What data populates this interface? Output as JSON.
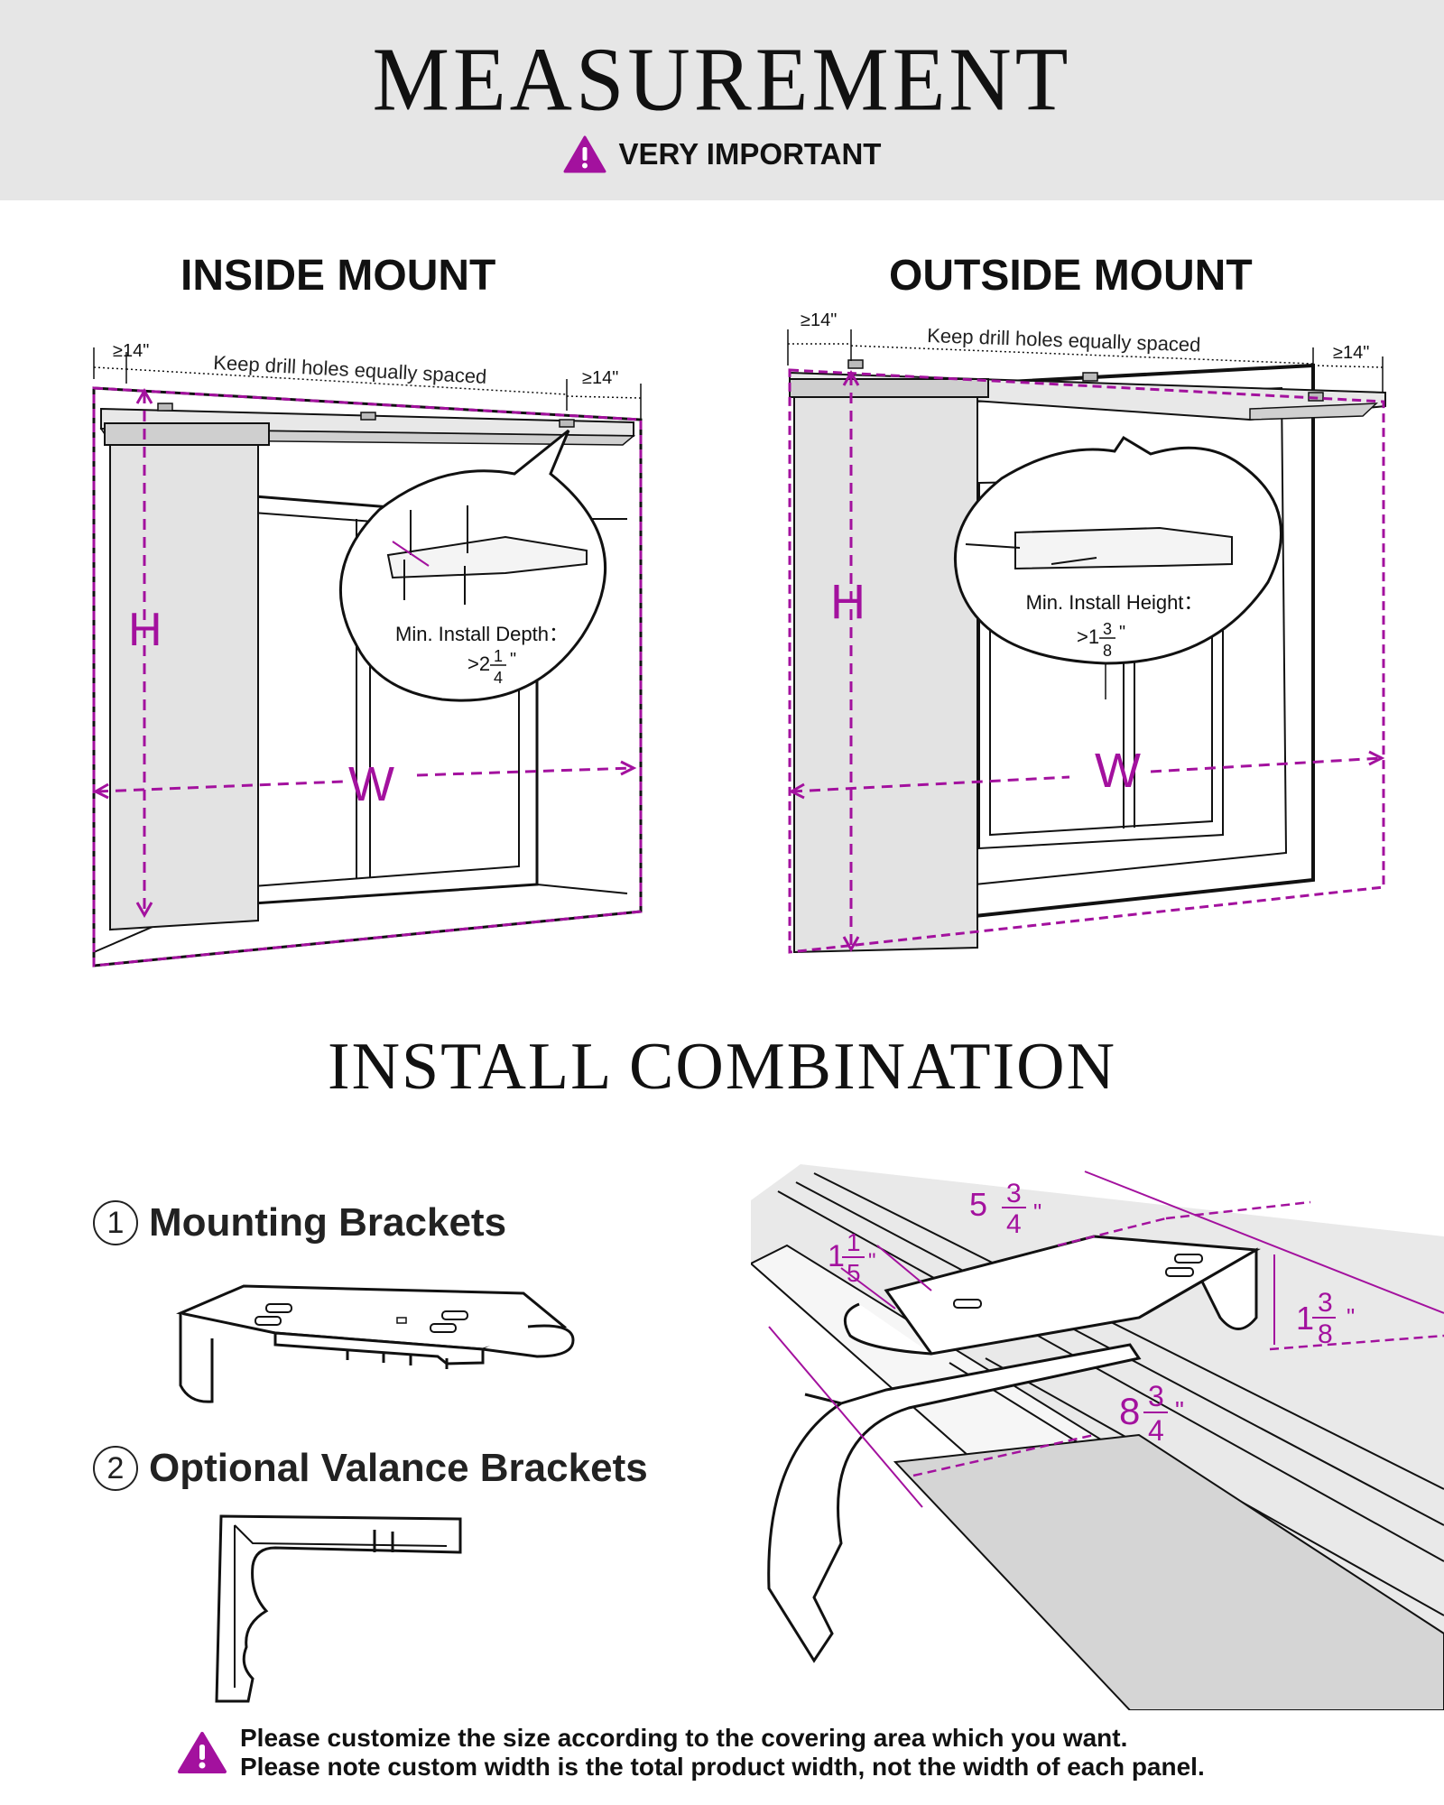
{
  "header": {
    "title": "MEASUREMENT",
    "subtitle": "VERY IMPORTANT",
    "warning_icon": "warning-triangle-icon",
    "accent_color": "#a3119e",
    "background_color": "#e6e6e6"
  },
  "inside_mount": {
    "heading": "INSIDE MOUNT",
    "left_margin": "≥14\"",
    "right_margin": "≥14\"",
    "spacing_note": "Keep drill holes equally spaced",
    "height_label": "H",
    "width_label": "W",
    "callout_label": "Min. Install Depth：",
    "callout_prefix": ">2",
    "callout_num": "1",
    "callout_den": "4",
    "callout_unit": "\""
  },
  "outside_mount": {
    "heading": "OUTSIDE MOUNT",
    "left_margin": "≥14\"",
    "right_margin": "≥14\"",
    "spacing_note": "Keep drill holes equally spaced",
    "height_label": "H",
    "width_label": "W",
    "callout_label": "Min. Install Height：",
    "callout_prefix": ">1",
    "callout_num": "3",
    "callout_den": "8",
    "callout_unit": "\""
  },
  "install_combination": {
    "title": "INSTALL  COMBINATION",
    "items": [
      {
        "number": "1",
        "label": "Mounting Brackets"
      },
      {
        "number": "2",
        "label": "Optional Valance Brackets"
      }
    ],
    "dimensions": [
      {
        "whole": "5",
        "num": "3",
        "den": "4",
        "unit": "\""
      },
      {
        "whole": "1",
        "num": "1",
        "den": "5",
        "unit": "\""
      },
      {
        "whole": "1",
        "num": "3",
        "den": "8",
        "unit": "\""
      },
      {
        "whole": "8",
        "num": "3",
        "den": "4",
        "unit": "\""
      }
    ]
  },
  "footer": {
    "line1": "Please customize the size according to the covering area which you want.",
    "line2": "Please note custom width is the total product width, not the width of each panel."
  }
}
